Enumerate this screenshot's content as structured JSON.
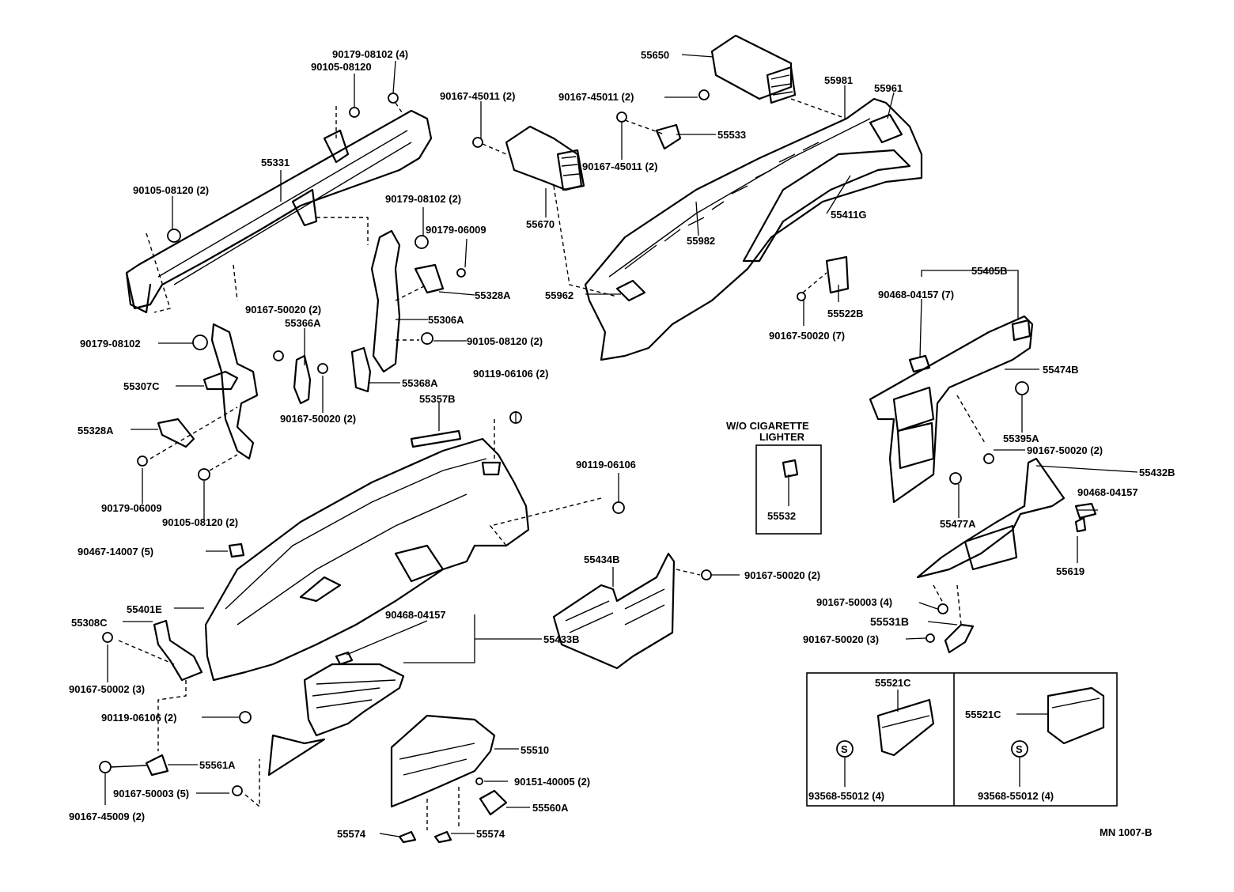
{
  "callouts": [
    "90179-08102 (4)",
    "90105-08120",
    "55331",
    "90105-08120 (2)",
    "90179-08102 (2)",
    "90179-06009",
    "55328A",
    "55306A",
    "90105-08120 (2)",
    "90167-50020 (2)",
    "55366A",
    "90179-08102",
    "55307C",
    "55328A",
    "90179-06009",
    "90105-08120 (2)",
    "90167-50020 (2)",
    "55368A",
    "90167-45011 (2)",
    "55670",
    "90167-45011 (2)",
    "90167-45011 (2)",
    "55650",
    "55533",
    "55981",
    "55961",
    "55411G",
    "55982",
    "55962",
    "55522B",
    "90167-50020 (7)",
    "55405B",
    "90468-04157 (7)",
    "55474B",
    "55395A",
    "90167-50020 (2)",
    "55432B",
    "90468-04157",
    "55477A",
    "55619",
    "90119-06106 (2)",
    "55357B",
    "90119-06106",
    "90467-14007 (5)",
    "55401E",
    "55308C",
    "90167-50002 (3)",
    "90119-06106 (2)",
    "55561A",
    "90167-50003 (5)",
    "90167-45009 (2)",
    "90468-04157",
    "55433B",
    "55434B",
    "90167-50020 (2)",
    "55510",
    "90151-40005 (2)",
    "55560A",
    "55574",
    "55574",
    "90167-50003 (4)",
    "55531B",
    "90167-50020 (3)",
    "W/O CIGARETTE",
    "LIGHTER",
    "55532",
    "55521C",
    "S",
    "93568-55012 (4)",
    "55521C",
    "S",
    "93568-55012 (4)",
    "MN  1007-B"
  ]
}
